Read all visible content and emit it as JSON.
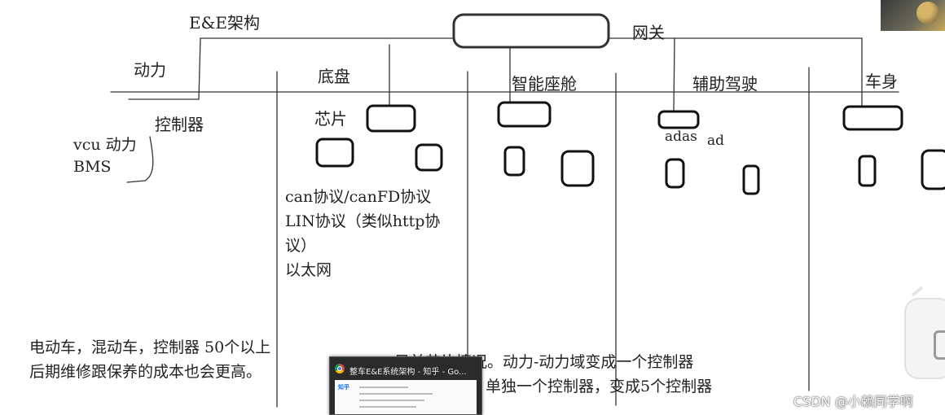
{
  "title": "E&E架构",
  "gateway_label": "网关",
  "domains": {
    "power": "动力",
    "chassis": "底盘",
    "cockpit": "智能座舱",
    "adas": "辅助驾驶",
    "body": "车身"
  },
  "labels": {
    "controller": "控制器",
    "vcu": "vcu 动力",
    "bms": "BMS",
    "chip": "芯片",
    "adas_small": "adas",
    "ad_small": "ad"
  },
  "protocols": [
    "can协议/canFD协议",
    "LIN协议（类似http协",
    "议）",
    "以太网"
  ],
  "notes": {
    "left_line1": "电动车，混动车，控制器 50个以上",
    "left_line2": "后期维修跟保养的成本也会更高。",
    "right_line1": "目前芯片情况。动力-动力域变成一个控制器",
    "right_line2": "单独一个控制器，变成5个控制器"
  },
  "taskbar_popup": {
    "title": "整车E&E系统架构 - 知乎 - Go...",
    "logo": "知乎"
  },
  "watermark": "CSDN @小赖同学啊"
}
